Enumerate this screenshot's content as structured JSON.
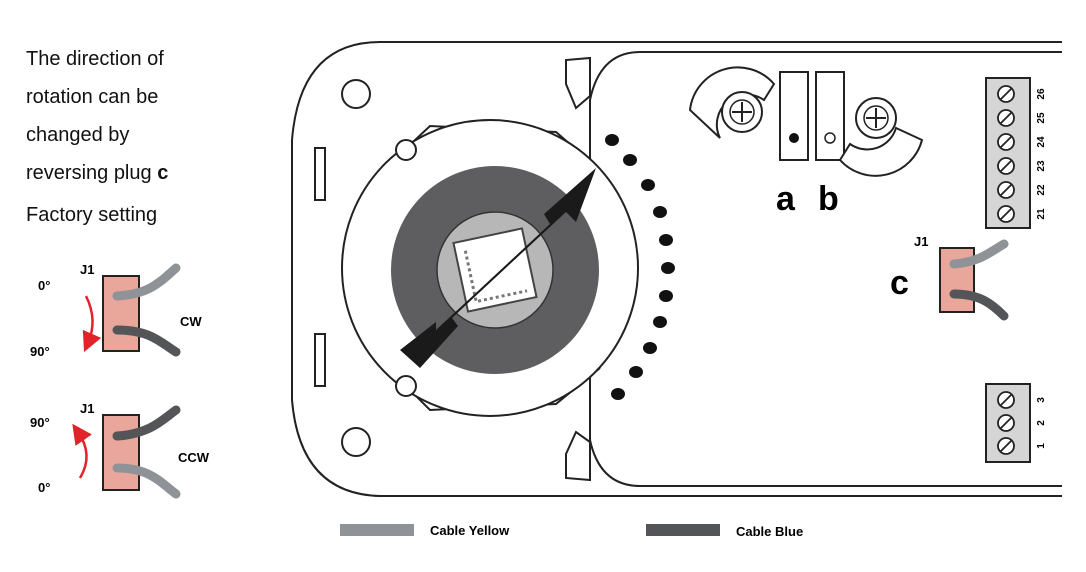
{
  "intro": {
    "line1": "The direction of",
    "line2": "rotation can be",
    "line3": "changed by",
    "line4": "reversing plug",
    "plug_letter": "c",
    "factory": "Factory setting"
  },
  "cw_example": {
    "connector": "J1",
    "angle_top": "0°",
    "angle_bottom": "90°",
    "direction": "CW"
  },
  "ccw_example": {
    "connector": "J1",
    "angle_top": "90°",
    "angle_bottom": "0°",
    "direction": "CCW"
  },
  "actuator": {
    "switch_a": "a",
    "switch_b": "b",
    "plug_label": "c",
    "plug_connector": "J1",
    "terminals_top": [
      "26",
      "25",
      "24",
      "23",
      "22",
      "21"
    ],
    "terminals_bottom": [
      "3",
      "2",
      "1"
    ]
  },
  "legend": {
    "yellow_label": "Cable Yellow",
    "yellow_color": "#8f9297",
    "blue_label": "Cable Blue",
    "blue_color": "#545558"
  },
  "colors": {
    "plug_fill": "#e8a79a",
    "rotation_arrow": "#e0242a",
    "hub_ring": "#5e5e60",
    "hub_inner": "#b7b7b7"
  }
}
